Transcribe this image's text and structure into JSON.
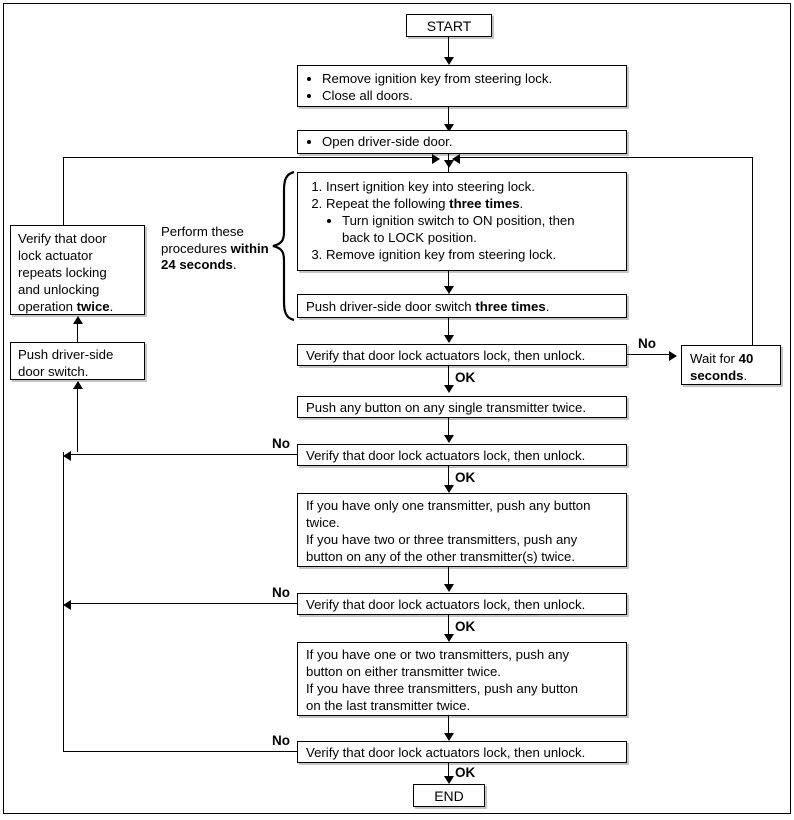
{
  "diagram": {
    "title": "Transmitter / door lock actuator registration procedure flowchart",
    "type": "flowchart"
  },
  "nodes": {
    "start": "START",
    "end": "END",
    "prep": {
      "bullets": [
        "Remove ignition key from steering lock.",
        "Close all doors."
      ]
    },
    "open_door": {
      "bullets": [
        "Open driver-side door."
      ]
    },
    "key_steps": {
      "item1": "Insert ignition key into steering lock.",
      "item2_pre": "Repeat the following ",
      "item2_bold": "three times",
      "item2_post": ".",
      "sub_bullet_line1": "Turn ignition switch to ON position, then",
      "sub_bullet_line2": "back to LOCK position.",
      "item3": "Remove ignition key from steering lock."
    },
    "push_door_switch_three": {
      "pre": "Push driver-side door switch ",
      "bold": "three times",
      "post": "."
    },
    "verify1": "Verify that door lock actuators lock, then unlock.",
    "verify2": "Verify that door lock actuators lock, then unlock.",
    "verify3": "Verify that door lock actuators lock, then unlock.",
    "verify4": "Verify that door lock actuators lock, then unlock.",
    "push_any_single": "Push any button on any single transmitter twice.",
    "transmitter_a": {
      "line1": "If you have only one transmitter, push any button",
      "line2": "twice.",
      "line3": "If you have two or three transmitters, push any",
      "line4": "button on any of the other transmitter(s) twice."
    },
    "transmitter_b": {
      "line1": "If you have one or two transmitters, push any",
      "line2": "button on either transmitter twice.",
      "line3": "If you have three transmitters, push any button",
      "line4": "on the last transmitter twice."
    },
    "wait40": {
      "pre": "Wait for ",
      "bold": "40",
      "mid": "",
      "bold2": "seconds",
      "post": "."
    },
    "verify_actuator_twice": {
      "line1": "Verify that door",
      "line2": "lock actuator",
      "line3": "repeats locking",
      "line4": "and unlocking",
      "line5_pre": "operation ",
      "line5_bold": "twice",
      "line5_post": "."
    },
    "push_driver_switch": {
      "line1": "Push driver-side",
      "line2": "door switch."
    }
  },
  "annotations": {
    "perform_note": {
      "line1": "Perform these",
      "line2_pre": "procedures ",
      "line2_bold": "within",
      "line3_bold": "24 seconds",
      "line3_post": "."
    },
    "ok_1": "OK",
    "ok_2": "OK",
    "ok_3": "OK",
    "ok_4": "OK",
    "no_1": "No",
    "no_2": "No",
    "no_3": "No",
    "no_4": "No"
  },
  "colors": {
    "line": "#000000",
    "box_border": "#000000",
    "background": "#ffffff",
    "shadow": "#969696"
  }
}
